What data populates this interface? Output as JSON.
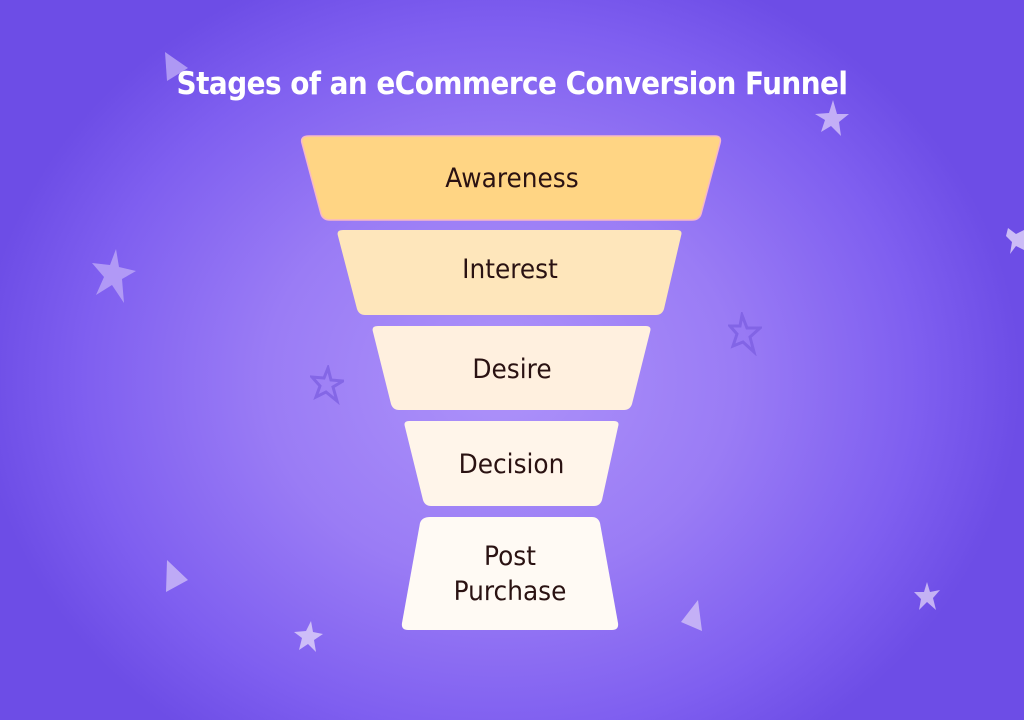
{
  "title": "Stages of an eCommerce Conversion Funnel",
  "colors": {
    "background_center": "#ad92fa",
    "background_edge": "#6d4de6",
    "title_text": "#ffffff",
    "stage_text": "#2a1212"
  },
  "stages": [
    {
      "label": "Awareness",
      "fill": "#ffd584"
    },
    {
      "label": "Interest",
      "fill": "#fee6bb"
    },
    {
      "label": "Desire",
      "fill": "#fff0df"
    },
    {
      "label": "Decision",
      "fill": "#fff5ea"
    },
    {
      "label_line1": "Post",
      "label_line2": "Purchase",
      "label": "Post Purchase",
      "fill": "#fffaf4"
    }
  ],
  "decorations": [
    {
      "type": "triangle",
      "icon": "triangle-icon"
    },
    {
      "type": "star",
      "icon": "star-icon"
    },
    {
      "type": "star",
      "icon": "star-icon"
    },
    {
      "type": "star-outline",
      "icon": "star-outline-icon"
    },
    {
      "type": "star-outline",
      "icon": "star-outline-icon"
    },
    {
      "type": "star",
      "icon": "star-icon"
    },
    {
      "type": "triangle",
      "icon": "triangle-icon"
    },
    {
      "type": "star",
      "icon": "star-icon"
    },
    {
      "type": "triangle",
      "icon": "triangle-icon"
    },
    {
      "type": "star",
      "icon": "star-icon"
    }
  ]
}
